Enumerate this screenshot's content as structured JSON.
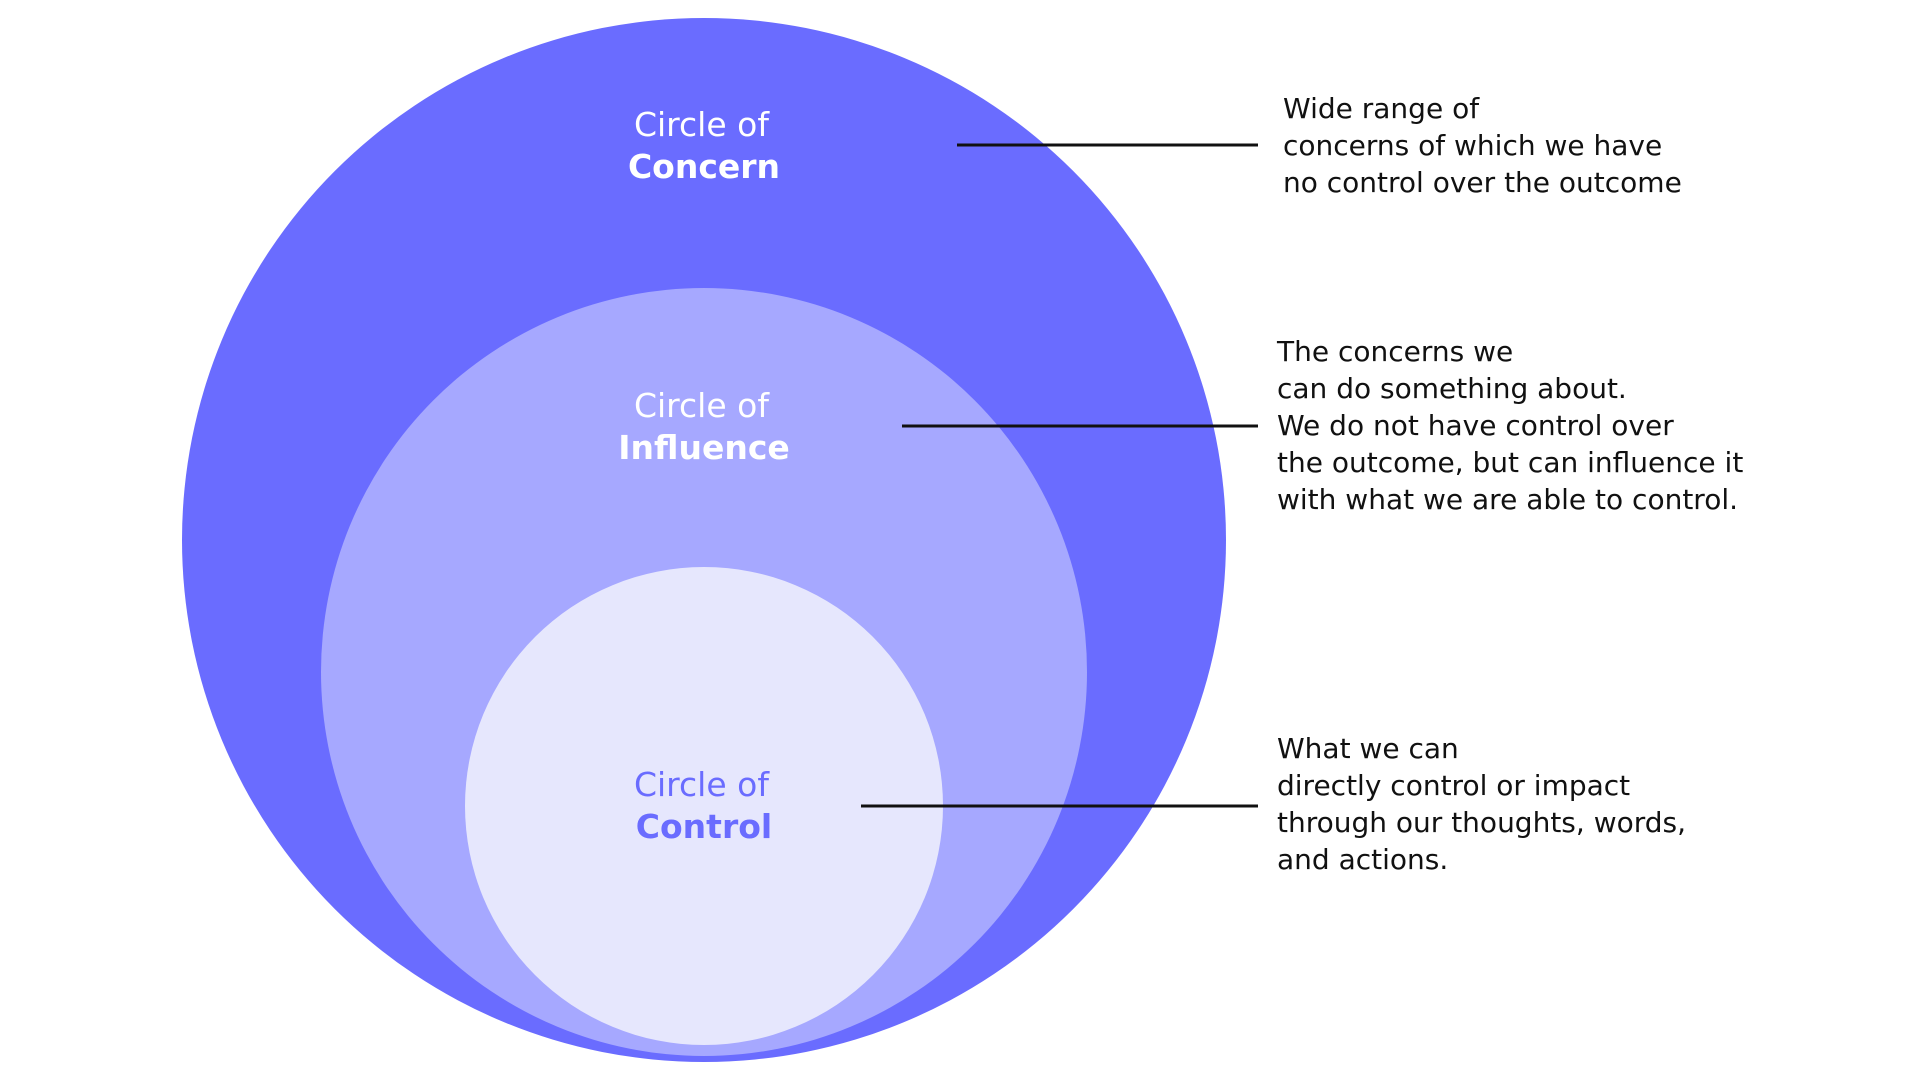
{
  "colors": {
    "concern_fill": "#6A6CFF",
    "influence_fill": "#A6A8FF",
    "control_fill": "#E6E7FD",
    "concern_label": "#FFFFFF",
    "influence_label": "#FFFFFF",
    "control_label": "#6A6CFF",
    "connector": "#111111",
    "description_text": "#111111"
  },
  "circles": {
    "concern": {
      "label_prefix": "Circle of",
      "label_name": "Concern"
    },
    "influence": {
      "label_prefix": "Circle of",
      "label_name": "Influence"
    },
    "control": {
      "label_prefix": "Circle of",
      "label_name": "Control"
    }
  },
  "descriptions": {
    "concern": [
      "Wide range of",
      "concerns of which we have",
      "no control over the outcome"
    ],
    "influence": [
      "The concerns we",
      "can do something about.",
      "We do not have control over",
      "the outcome, but can influence it",
      "with what we are able to control."
    ],
    "control": [
      "What we can",
      "directly control or impact",
      "through our thoughts, words,",
      "and actions."
    ]
  }
}
